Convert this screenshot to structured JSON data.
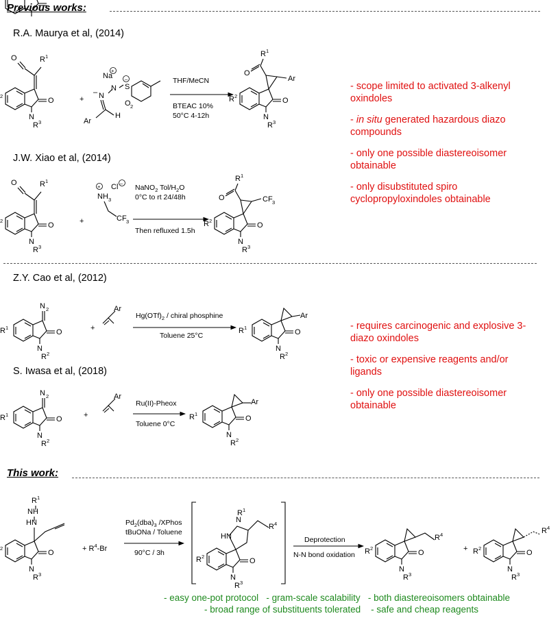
{
  "headings": {
    "previous": "Previous works",
    "previous_colon": ":",
    "this": "This",
    "this_rest": " work",
    "this_colon": ":"
  },
  "citations": {
    "maurya": "R.A. Maurya et al, (2014)",
    "xiao": "J.W. Xiao et al, (2014)",
    "cao": "Z.Y. Cao et al, (2012)",
    "iwasa": "S. Iwasa et al, (2018)"
  },
  "conditions": {
    "r1_top": "THF/MeCN",
    "r1_bottom_1": "BTEAC 10%",
    "r1_bottom_2": "50°C 4-12h",
    "r2_top_1": "NaNO",
    "r2_top_sub": "2",
    "r2_top_2": " Tol/H",
    "r2_top_sub2": "2",
    "r2_top_3": "O",
    "r2_top_line2": "0°C to rt 24/48h",
    "r2_bottom": "Then refluxed 1.5h",
    "r3_top_1": "Hg(OTf)",
    "r3_top_sub": "2",
    "r3_top_2": " / chiral phosphine",
    "r3_bottom": "Toluene  25°C",
    "r4_top": "Ru(II)-Pheox",
    "r4_bottom": "Toluene  0°C",
    "r5_top_1": "Pd",
    "r5_top_sub1": "2",
    "r5_top_2": "(dba)",
    "r5_top_sub2": "3",
    "r5_top_3": " /XPhos",
    "r5_top_line2": "tBuONa / Toluene",
    "r5_bottom": "90°C / 3h",
    "r6_top": "Deprotection",
    "r6_bottom": "N-N bond oxidation"
  },
  "notes_top": [
    {
      "text": "- scope limited to activated 3-alkenyl oxindoles"
    },
    {
      "pre": "- ",
      "italic": "in situ",
      "post": " generated hazardous diazo compounds"
    },
    {
      "text": "- only one possible diastereoisomer obtainable"
    },
    {
      "text": "- only disubstituted spiro cyclopropyloxindoles obtainable"
    }
  ],
  "notes_bottom": [
    "- requires carcinogenic and explosive 3-diazo oxindoles",
    "- toxic or expensive reagents and/or ligands",
    "- only one possible diastereoisomer obtainable"
  ],
  "advantages": {
    "line1": "- easy one-pot protocol   - gram-scale scalability   - both diastereoisomers obtainable",
    "line2": "- broad range of substituents tolerated    - safe and cheap reagents"
  },
  "labels": {
    "plus": "+",
    "r4br_a": "+ R",
    "r4br_sup": "4",
    "r4br_b": "-Br",
    "na": "Na",
    "ar": "Ar",
    "cf3": "CF",
    "cl": "Cl",
    "nh3": "NH",
    "n2": "N",
    "r1": "R",
    "r2": "R",
    "r3": "R",
    "r4": "R",
    "o": "O",
    "n": "N",
    "h": "H",
    "s": "S",
    "nh": "NH",
    "hn": "HN"
  },
  "colors": {
    "note": "#e01010",
    "advantage": "#1f8a1f",
    "divider": "#555555"
  }
}
